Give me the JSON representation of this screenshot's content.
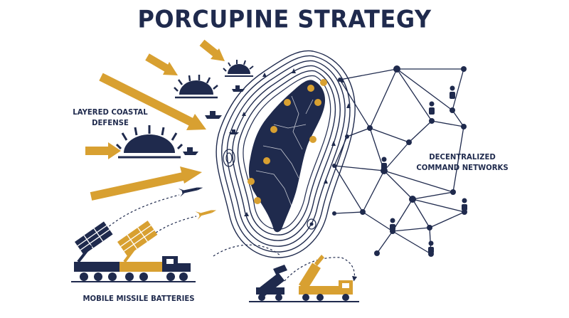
{
  "title": "PORCUPINE STRATEGY",
  "labels": {
    "coastal_defense": [
      "LAYERED COASTAL",
      "DEFENSE"
    ],
    "command_networks": [
      "DECENTRALIZED",
      "COMMAND NETWORKS"
    ],
    "missile_batteries": "MOBILE MISSILE BATTERIES"
  },
  "colors": {
    "navy": "#1f2a4d",
    "gold": "#d8a031",
    "gold_dark": "#b9862a",
    "white": "#ffffff"
  },
  "icons": [
    "incoming-arrow",
    "naval-mine",
    "patrol-boat",
    "missile",
    "command-node",
    "missile-launcher-truck",
    "defense-site-marker"
  ]
}
